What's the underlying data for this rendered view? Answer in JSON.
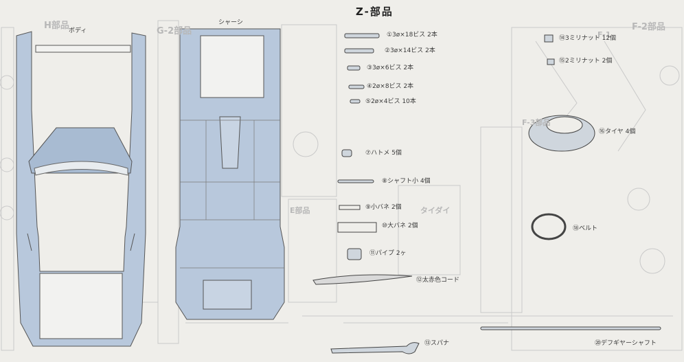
{
  "title": "Z-部品",
  "body_label": "ボディ",
  "chassis_label": "シャーシ",
  "parts": [
    {
      "num": "①",
      "text": "3ø×18ビス 2本"
    },
    {
      "num": "②",
      "text": "3ø×14ビス 2本"
    },
    {
      "num": "③",
      "text": "3ø×6ビス 2本"
    },
    {
      "num": "④",
      "text": "2ø×8ビス 2本"
    },
    {
      "num": "⑤",
      "text": "2ø×4ビス 10本"
    },
    {
      "num": "⑦",
      "text": "ハトメ 5個"
    },
    {
      "num": "⑧",
      "text": "シャフト小 4個"
    },
    {
      "num": "⑨",
      "text": "小バネ 2個"
    },
    {
      "num": "⑩",
      "text": "大バネ 2個"
    },
    {
      "num": "⑪",
      "text": "パイプ 2ヶ"
    },
    {
      "num": "⑫",
      "text": "太赤色コード"
    },
    {
      "num": "⑬",
      "text": "スパナ"
    }
  ],
  "right_parts": [
    {
      "num": "⑭",
      "text": "3ミリナット 12個"
    },
    {
      "num": "⑮",
      "text": "2ミリナット 2個"
    },
    {
      "num": "⑯",
      "text": "タイヤ 4個"
    },
    {
      "num": "⑱",
      "text": "ベルト"
    },
    {
      "num": "⑳",
      "text": "デフギヤーシャフト"
    }
  ],
  "background_labels": {
    "h_parts": "H部品",
    "g2_parts": "G-2部品",
    "f2_parts": "F-2部品",
    "f1": "F-1",
    "f3_parts": "F-3部品",
    "e_parts": "E部品",
    "tire_parts": "タイダイ"
  }
}
